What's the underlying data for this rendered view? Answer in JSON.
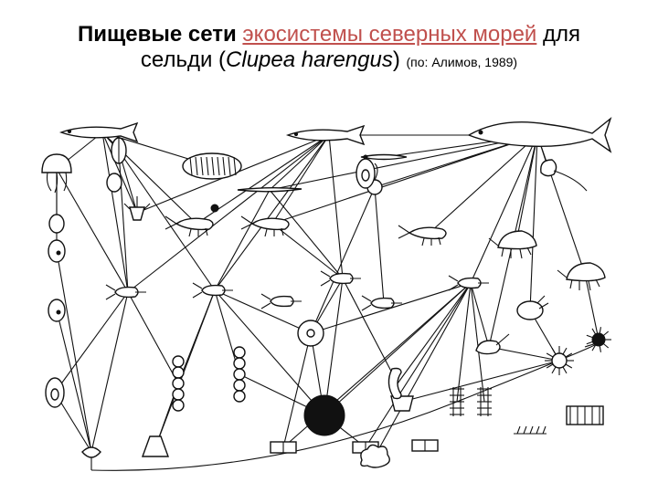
{
  "title": {
    "part1": "Пищевые сети",
    "link_text": "экосистемы северных морей",
    "part2": "для",
    "line2_prefix": "сельди",
    "latin_name": "Clupea harengus",
    "citation": "(по: Алимов, 1989)"
  },
  "colors": {
    "link": "#c0504d",
    "ink": "#111111",
    "background": "#ffffff"
  },
  "diagram": {
    "nodes": [
      {
        "id": "herring",
        "icon": "large-fish-icon"
      },
      {
        "id": "fish-left",
        "icon": "small-fish-icon"
      },
      {
        "id": "fish-mid",
        "icon": "small-fish-icon"
      },
      {
        "id": "fish-larva",
        "icon": "fish-larva-icon"
      },
      {
        "id": "jellyfish",
        "icon": "jellyfish-icon"
      },
      {
        "id": "ctenophore",
        "icon": "ctenophore-icon"
      },
      {
        "id": "salp",
        "icon": "salp-icon"
      },
      {
        "id": "arrow-worm",
        "icon": "arrow-worm-icon"
      },
      {
        "id": "crab-larva",
        "icon": "crab-larva-icon"
      },
      {
        "id": "shrimp-left",
        "icon": "shrimp-icon"
      },
      {
        "id": "shrimp-mid",
        "icon": "shrimp-icon"
      },
      {
        "id": "pteropod",
        "icon": "pteropod-icon"
      },
      {
        "id": "gastropod",
        "icon": "gastropod-icon"
      },
      {
        "id": "amphipod-right",
        "icon": "amphipod-icon"
      },
      {
        "id": "amphipod-mid",
        "icon": "amphipod-icon"
      },
      {
        "id": "shrimp-right",
        "icon": "shrimp-icon"
      },
      {
        "id": "copepod-1",
        "icon": "copepod-icon"
      },
      {
        "id": "copepod-2",
        "icon": "copepod-icon"
      },
      {
        "id": "copepod-3",
        "icon": "copepod-icon"
      },
      {
        "id": "copepod-4",
        "icon": "copepod-icon"
      },
      {
        "id": "copepod-5",
        "icon": "copepod-icon"
      },
      {
        "id": "copepod-6",
        "icon": "copepod-icon"
      },
      {
        "id": "ostracod",
        "icon": "ostracod-icon"
      },
      {
        "id": "mysid",
        "icon": "mysid-icon"
      },
      {
        "id": "rotifer",
        "icon": "rotifer-icon"
      },
      {
        "id": "ciliate-1",
        "icon": "ciliate-icon"
      },
      {
        "id": "ciliate-2",
        "icon": "ciliate-icon"
      },
      {
        "id": "flagellate",
        "icon": "flagellate-icon"
      },
      {
        "id": "tintinnid",
        "icon": "tintinnid-icon"
      },
      {
        "id": "diatom-chain-1",
        "icon": "diatom-chain-icon"
      },
      {
        "id": "diatom-chain-2",
        "icon": "diatom-chain-icon"
      },
      {
        "id": "radiolarian",
        "icon": "radiolarian-icon"
      },
      {
        "id": "dark-colony",
        "icon": "colony-icon"
      },
      {
        "id": "dinoflagellate",
        "icon": "dinoflagellate-icon"
      },
      {
        "id": "heliozoan",
        "icon": "heliozoan-icon"
      },
      {
        "id": "foraminifera",
        "icon": "foraminifera-icon"
      },
      {
        "id": "filament",
        "icon": "filament-icon"
      },
      {
        "id": "ladder-chain-1",
        "icon": "ladder-chain-icon"
      },
      {
        "id": "ladder-chain-2",
        "icon": "ladder-chain-icon"
      },
      {
        "id": "branched-alga",
        "icon": "branched-alga-icon"
      },
      {
        "id": "cylinder-1",
        "icon": "cylinder-diatom-icon"
      },
      {
        "id": "cylinder-2",
        "icon": "cylinder-diatom-icon"
      },
      {
        "id": "cylinder-3",
        "icon": "cylinder-diatom-icon"
      },
      {
        "id": "cloud-cell",
        "icon": "cloud-cell-icon"
      },
      {
        "id": "spiky-cell",
        "icon": "spiky-cell-icon"
      },
      {
        "id": "curved-worm",
        "icon": "worm-icon"
      },
      {
        "id": "misc-1",
        "icon": "cell-icon"
      },
      {
        "id": "misc-2",
        "icon": "cell-icon"
      },
      {
        "id": "misc-3",
        "icon": "flagellate-icon"
      }
    ]
  }
}
